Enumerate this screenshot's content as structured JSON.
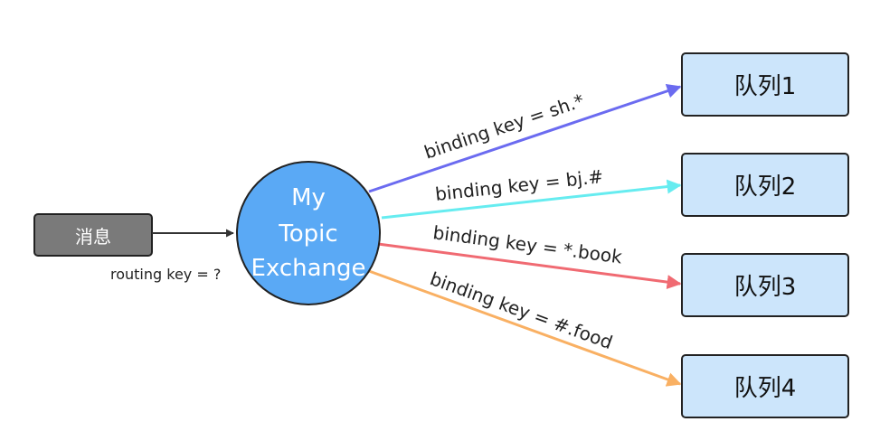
{
  "message": {
    "label": "消息",
    "color": "#7a7a7a"
  },
  "routing_key_label": "routing key = ?",
  "exchange": {
    "lines": [
      "My",
      "Topic",
      "Exchange"
    ],
    "color": "#5aa9f5"
  },
  "queue_color": "#cce5fb",
  "bindings": [
    {
      "label": "binding key = sh.*",
      "queue": "队列1",
      "color": "#6b6bf0"
    },
    {
      "label": "binding key = bj.#",
      "queue": "队列2",
      "color": "#66ecf0"
    },
    {
      "label": "binding key = *.book",
      "queue": "队列3",
      "color": "#f06a72"
    },
    {
      "label": "binding key = #.food",
      "queue": "队列4",
      "color": "#f9b063"
    }
  ]
}
